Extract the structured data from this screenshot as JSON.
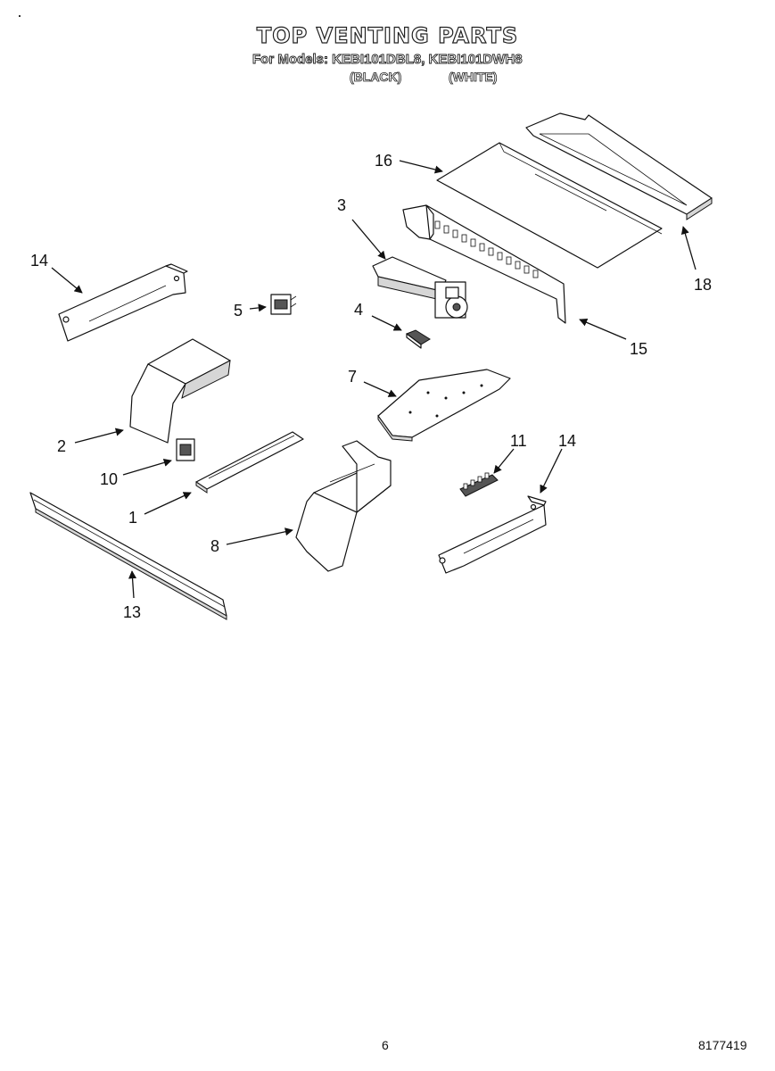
{
  "header": {
    "title": "TOP VENTING PARTS",
    "models_line": "For Models: KEBI101DBL8, KEBI101DWH8",
    "color_black": "(BLACK)",
    "color_white": "(WHITE)"
  },
  "callouts": {
    "p1": "1",
    "p2": "2",
    "p3": "3",
    "p4": "4",
    "p5": "5",
    "p7": "7",
    "p8": "8",
    "p10": "10",
    "p11": "11",
    "p13": "13",
    "p14_left": "14",
    "p14_right": "14",
    "p15": "15",
    "p16": "16",
    "p18": "18"
  },
  "footer": {
    "page_number": "6",
    "document_number": "8177419"
  }
}
